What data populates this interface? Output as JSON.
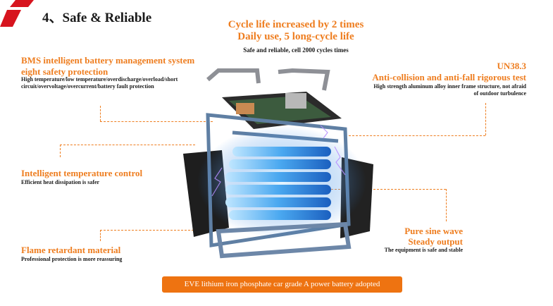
{
  "header": {
    "title": "4、Safe & Reliable"
  },
  "center_top": {
    "line1": "Cycle life increased by 2 times",
    "line2": "Daily use, 5 long-cycle life",
    "line3": "Safe and reliable, cell 2000 cycles times"
  },
  "bms": {
    "title1": "BMS intelligent battery management system",
    "title2": "eight safety protection",
    "desc1": "High temperature/low temperature/overdischarge/overload/short",
    "desc2": "circuit/overvoltage/overcurrent/battery fault protection"
  },
  "un383": {
    "title1": "UN38.3",
    "title2": "Anti-collision and anti-fall rigorous test",
    "desc1": "High strength aluminum alloy inner frame structure, not afraid",
    "desc2": "of outdoor turbulence"
  },
  "temp": {
    "title": "Intelligent temperature control",
    "desc": "Efficient heat dissipation is safer"
  },
  "sine": {
    "title1": "Pure sine wave",
    "title2": "Steady output",
    "desc": "The equipment is safe and stable"
  },
  "flame": {
    "title": "Flame retardant material",
    "desc": "Professional protection is more reassuring"
  },
  "footer": {
    "banner": "EVE lithium iron phosphate car grade A power battery adopted"
  },
  "colors": {
    "accent": "#ee7d1f",
    "logo_red": "#d7141e",
    "banner": "#ee7311"
  }
}
